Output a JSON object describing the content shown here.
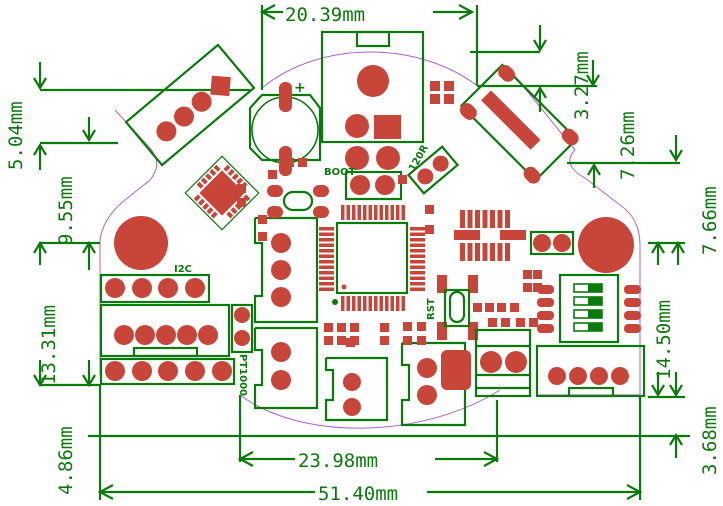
{
  "colors": {
    "silkscreen": "#0a7a0a",
    "pad": "#c8453a",
    "board_outline": "#b060c8",
    "background": "#ffffff"
  },
  "dimensions": {
    "top_width": "20.39mm",
    "left_offset_1": "5.04mm",
    "left_offset_2": "9.55mm",
    "left_height_1": "13.31mm",
    "left_height_2": "4.86mm",
    "right_offset_1": "3.27mm",
    "right_offset_2": "7.26mm",
    "right_offset_3": "7.66mm",
    "right_height_1": "14.50mm",
    "right_height_2": "3.68mm",
    "bottom_inner_width": "23.98mm",
    "bottom_total_width": "51.40mm"
  },
  "silk_labels": {
    "boot": "BOOT",
    "termination": "120R",
    "i2c": "I2C",
    "rst": "RST",
    "pt1000": "PT1000",
    "plus": "+"
  }
}
